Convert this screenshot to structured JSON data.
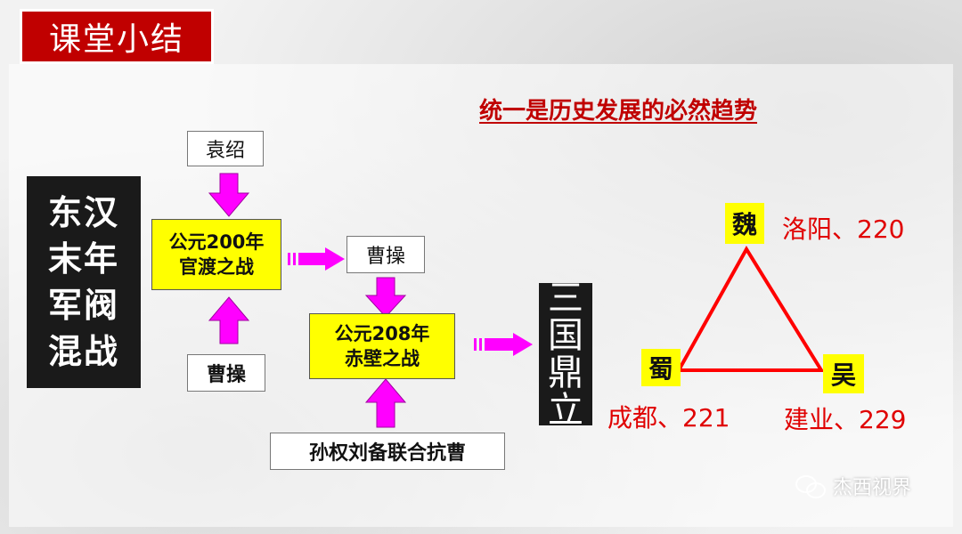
{
  "slide_title": "课堂小结",
  "side_title": [
    "东汉",
    "末年",
    "军阀",
    "混战"
  ],
  "headline": "统一是历史发展的必然趋势",
  "guandu": {
    "top_label": "袁绍",
    "line1": "公元200年",
    "line2": "官渡之战",
    "bottom_label": "曹操"
  },
  "chibi": {
    "top_label": "曹操",
    "line1": "公元208年",
    "line2": "赤壁之战",
    "bottom_label": "孙权刘备联合抗曹"
  },
  "sanguo": [
    "三",
    "国",
    "鼎",
    "立"
  ],
  "states": {
    "wei": {
      "name": "魏",
      "capital": "洛阳、220"
    },
    "shu": {
      "name": "蜀",
      "capital": "成都、221"
    },
    "wu": {
      "name": "吴",
      "capital": "建业、229"
    }
  },
  "watermark": "杰西视界",
  "colors": {
    "title_red": "#c00000",
    "arrow_magenta": "#ff00ff",
    "highlight_yellow": "#ffff00",
    "triangle_red": "#ff0000",
    "capital_red": "#e00000"
  },
  "icons": [
    "wechat-icon"
  ]
}
